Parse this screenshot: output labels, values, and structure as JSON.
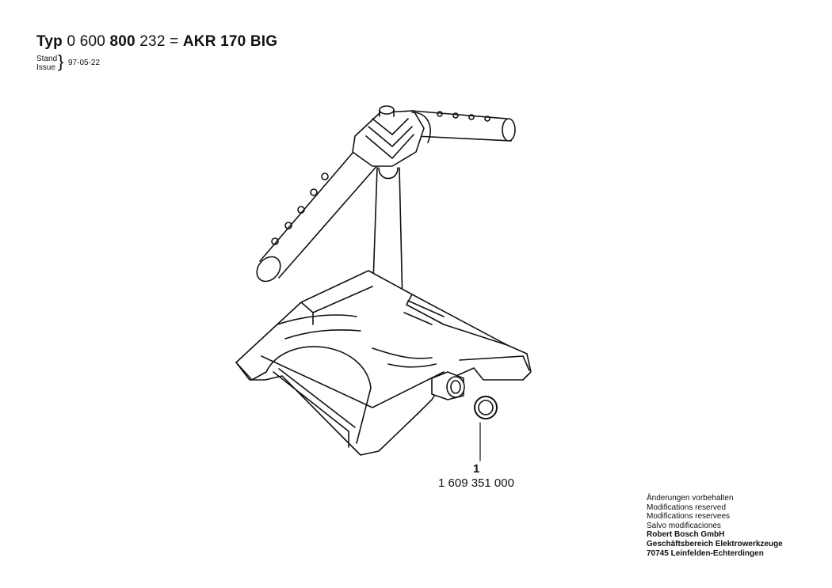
{
  "header": {
    "typ_label": "Typ",
    "number_a": "0 600",
    "number_b": "800",
    "number_c": "232",
    "equals": "=",
    "model": "AKR 170 BIG",
    "stand_label": "Stand",
    "issue_label": "Issue",
    "date": "97-05-22"
  },
  "parts": [
    {
      "position": "1",
      "part_number": "1 609 351 000"
    }
  ],
  "notice": {
    "lines": [
      "Änderungen vorbehalten",
      "Modifications reserved",
      "Modifications reservees",
      "Salvo modificaciones"
    ],
    "company_lines": [
      "Robert Bosch GmbH",
      "Geschäftsbereich Elektrowerkzeuge",
      "70745 Leinfelden-Echterdingen"
    ]
  }
}
